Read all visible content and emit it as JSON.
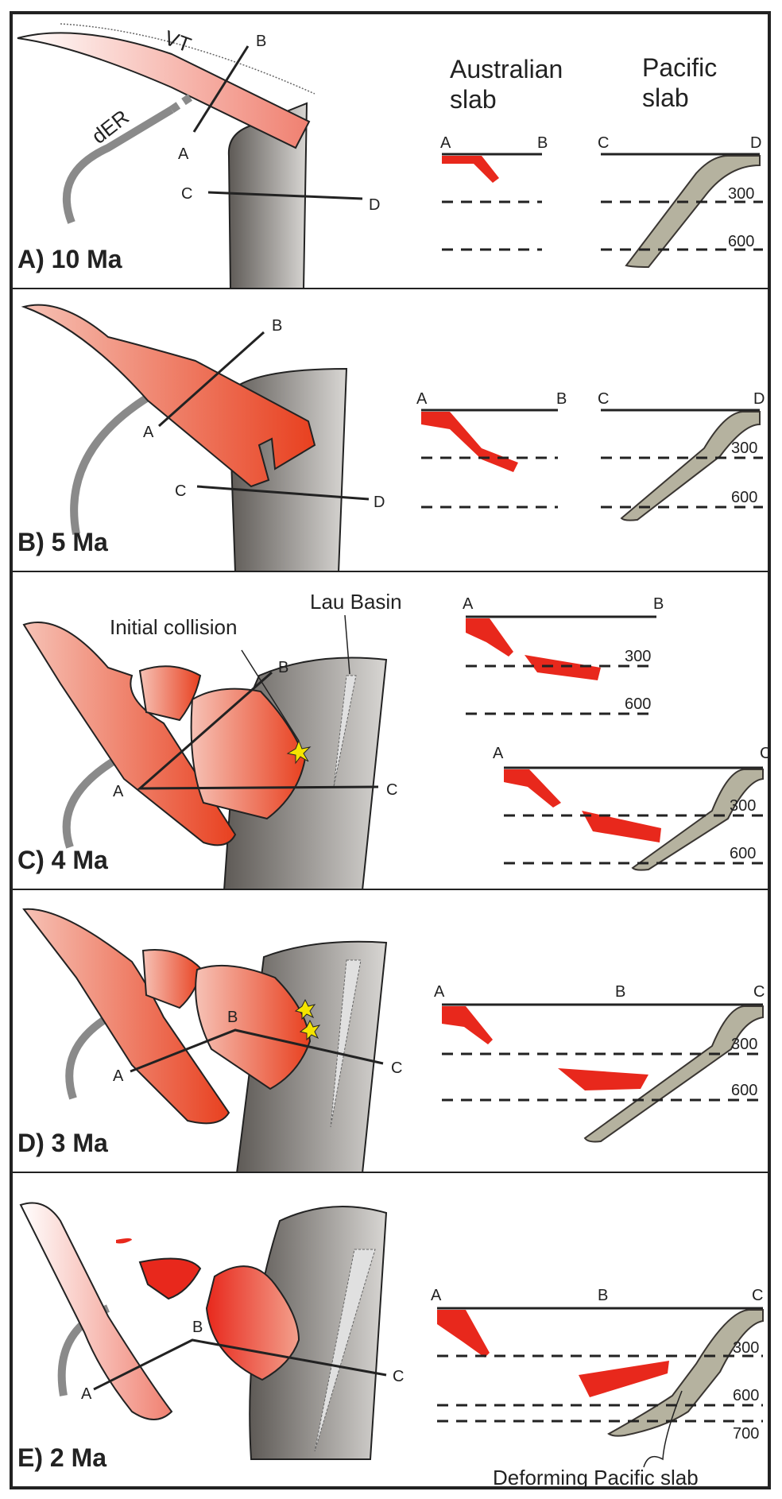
{
  "figure": {
    "colors": {
      "australian_slab": "#e8281c",
      "pacific_slab": "#b5b29f",
      "pacific_plate_dark": "#5e5a56",
      "pacific_plate_light": "#d8d6d3",
      "ridge": "#8a8a8a",
      "line": "#222222"
    },
    "headers": {
      "australian": "Australian slab",
      "pacific": "Pacific slab"
    },
    "panels": [
      {
        "id": "A",
        "label": "A) 10 Ma",
        "map_labels": {
          "vt": "VT",
          "der": "dER",
          "a": "A",
          "b": "B",
          "c": "C",
          "d": "D"
        },
        "sections": [
          {
            "start": "A",
            "end": "B",
            "depths": []
          },
          {
            "start": "C",
            "end": "D",
            "depths": [
              "300",
              "600"
            ]
          }
        ]
      },
      {
        "id": "B",
        "label": "B) 5 Ma",
        "map_labels": {
          "a": "A",
          "b": "B",
          "c": "C",
          "d": "D"
        },
        "sections": [
          {
            "start": "A",
            "end": "B",
            "depths": []
          },
          {
            "start": "C",
            "end": "D",
            "depths": [
              "300",
              "600"
            ]
          }
        ]
      },
      {
        "id": "C",
        "label": "C) 4 Ma",
        "annotations": [
          "Initial collision",
          "Lau Basin"
        ],
        "map_labels": {
          "a": "A",
          "b": "B",
          "c": "C"
        },
        "sections": [
          {
            "start": "A",
            "end": "B",
            "depths": [
              "300",
              "600"
            ]
          },
          {
            "start": "A",
            "end": "C",
            "depths": [
              "300",
              "600"
            ]
          }
        ]
      },
      {
        "id": "D",
        "label": "D) 3 Ma",
        "map_labels": {
          "a": "A",
          "b": "B",
          "c": "C"
        },
        "sections": [
          {
            "start": "A",
            "mid": "B",
            "end": "C",
            "depths": [
              "300",
              "600"
            ]
          }
        ]
      },
      {
        "id": "E",
        "label": "E) 2 Ma",
        "annotations": [
          "Deforming Pacific slab"
        ],
        "map_labels": {
          "a": "A",
          "b": "B",
          "c": "C"
        },
        "sections": [
          {
            "start": "A",
            "mid": "B",
            "end": "C",
            "depths": [
              "300",
              "600",
              "700"
            ]
          }
        ]
      }
    ]
  }
}
